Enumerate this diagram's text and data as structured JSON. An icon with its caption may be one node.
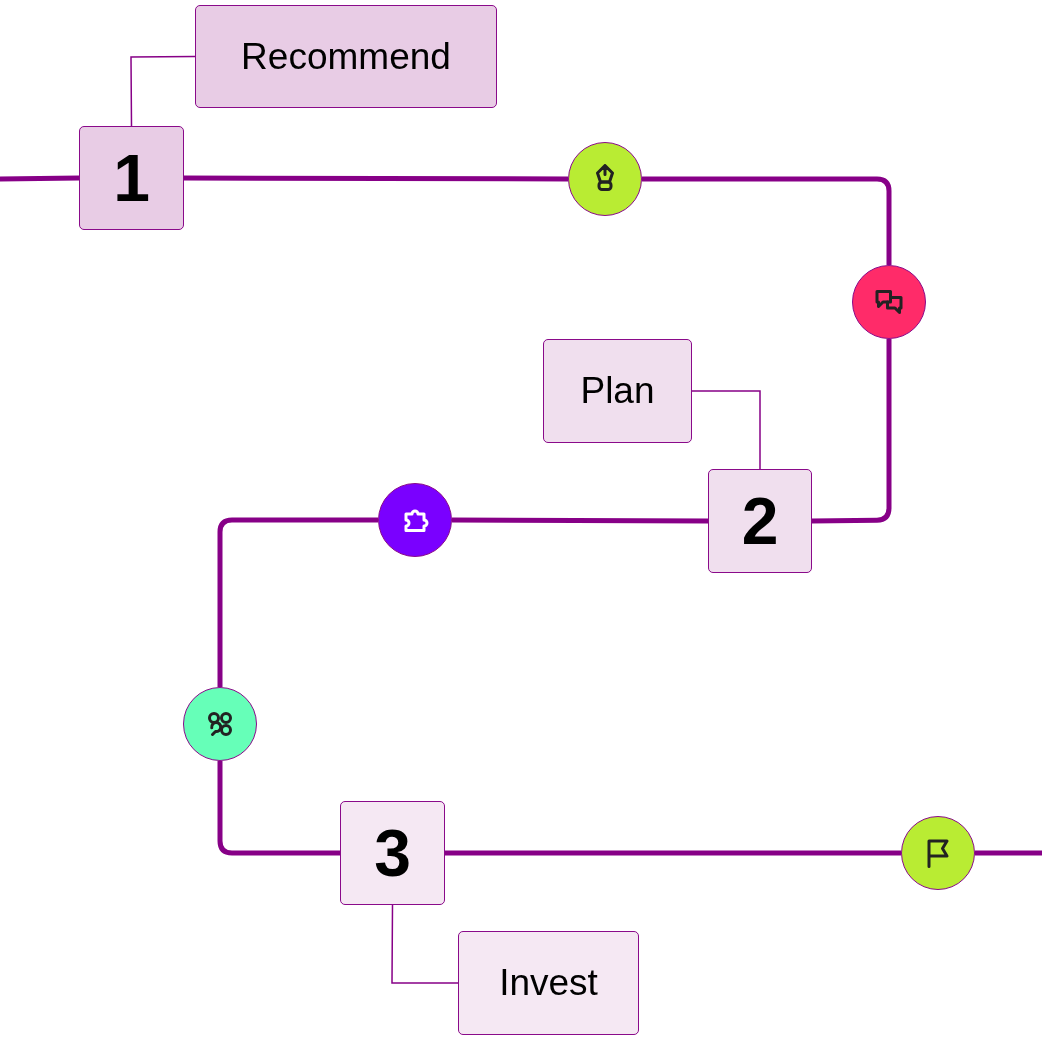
{
  "diagram": {
    "nodes": [
      {
        "text": [
          "Recommend"
        ]
      },
      {
        "text": [
          "1"
        ]
      },
      {
        "text": [],
        "shape": "circle"
      },
      {
        "text": [],
        "shape": "circle"
      },
      {
        "text": [
          "Plan"
        ]
      },
      {
        "text": [
          "2"
        ]
      },
      {
        "text": [],
        "shape": "circle"
      },
      {
        "text": [],
        "shape": "circle"
      },
      {
        "text": [
          "3"
        ]
      },
      {
        "text": [],
        "shape": "circle"
      },
      {
        "text": [
          "Invest"
        ]
      }
    ],
    "edges": [
      {
        "from": null,
        "to": 1,
        "arrow": "none"
      },
      {
        "from": 1,
        "to": 2,
        "arrow": "none"
      },
      {
        "from": 2,
        "to": 3,
        "arrow": "none"
      },
      {
        "from": 3,
        "to": 5,
        "arrow": "none"
      },
      {
        "from": 5,
        "to": 6,
        "arrow": "none"
      },
      {
        "from": 6,
        "to": 7,
        "arrow": "none"
      },
      {
        "from": 7,
        "to": 8,
        "arrow": "none"
      },
      {
        "from": 8,
        "to": 9,
        "arrow": "none"
      },
      {
        "from": 9,
        "to": null,
        "arrow": "none"
      },
      {
        "from": 0,
        "to": 1,
        "arrow": "none"
      },
      {
        "from": 4,
        "to": 5,
        "arrow": "none"
      },
      {
        "from": 8,
        "to": 10,
        "arrow": "none"
      }
    ]
  }
}
